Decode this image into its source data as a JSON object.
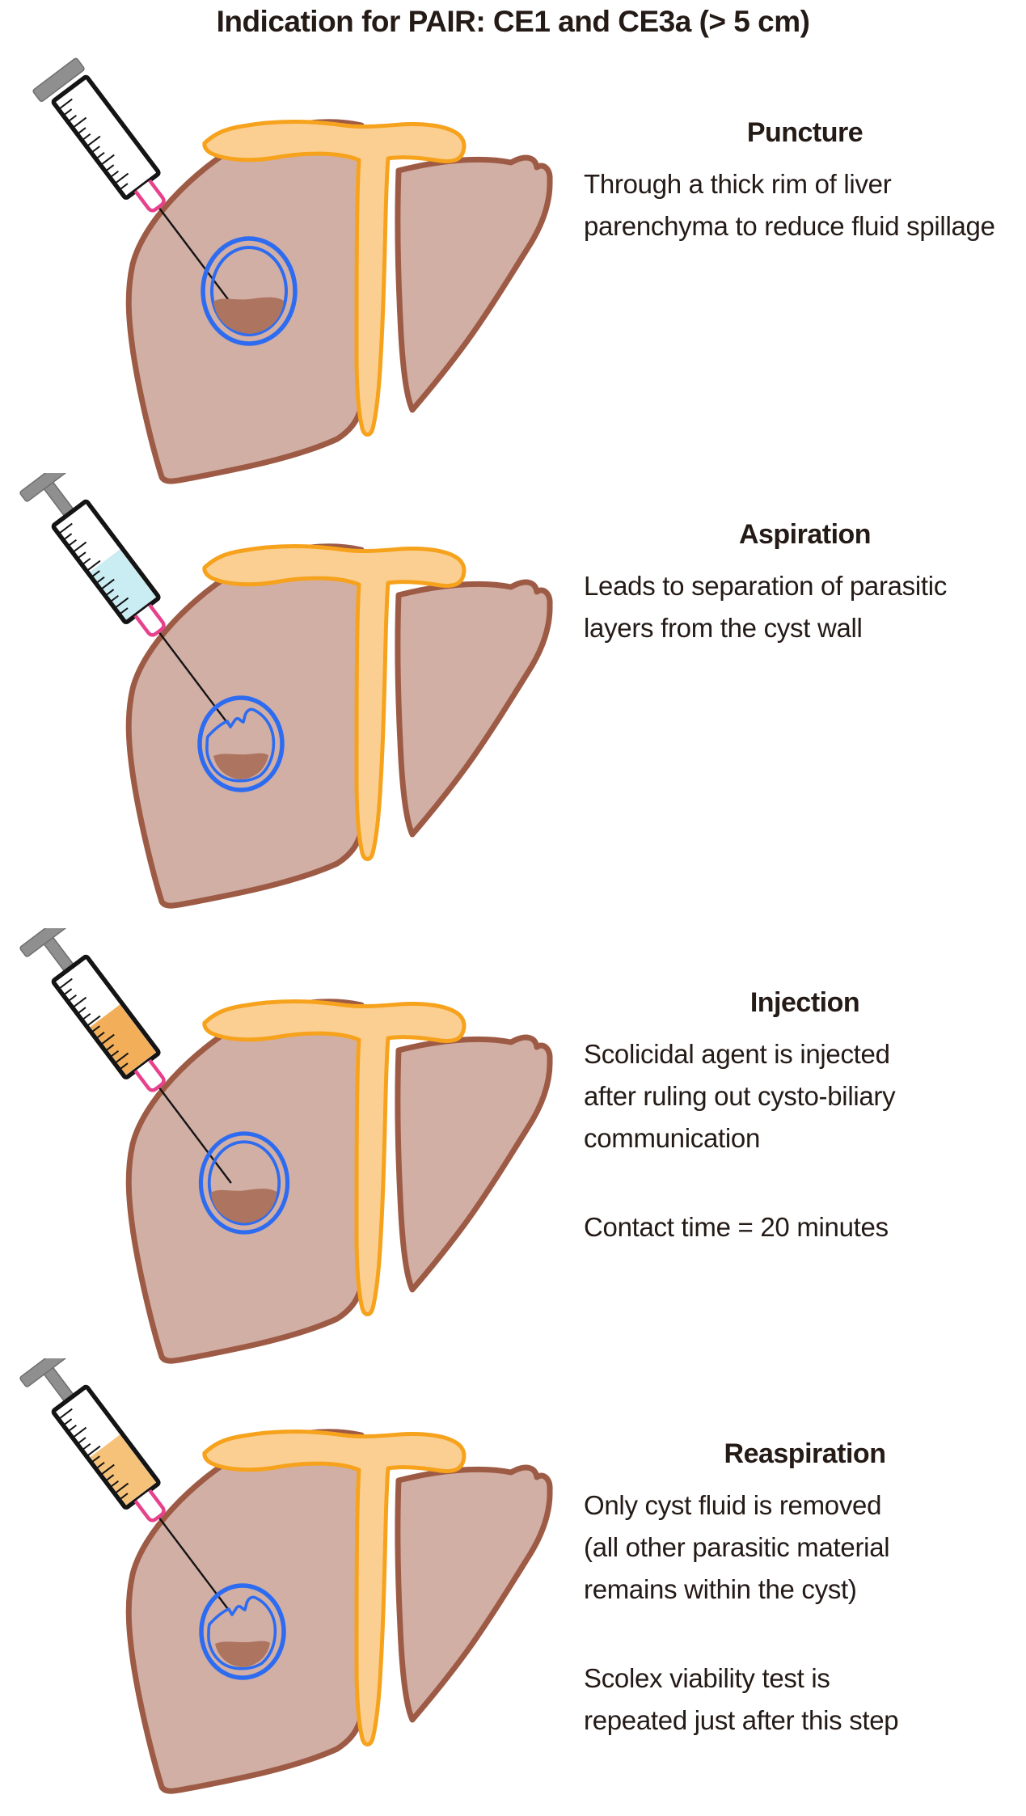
{
  "title": "Indication for PAIR: CE1 and CE3a (> 5 cm)",
  "sections": [
    {
      "heading": "Puncture",
      "paragraphs": [
        "Through a thick rim of liver\nparenchyma to reduce fluid spillage"
      ],
      "art": {
        "plunger": "pushed",
        "fluid_color": null,
        "cyst": "intact"
      }
    },
    {
      "heading": "Aspiration",
      "paragraphs": [
        "Leads to separation of parasitic\nlayers from the cyst wall"
      ],
      "art": {
        "plunger": "pulled",
        "fluid_color": "#c9edf3",
        "cyst": "detached"
      }
    },
    {
      "heading": "Injection",
      "paragraphs": [
        "Scolicidal agent is injected\nafter ruling out cysto-biliary\ncommunication",
        "Contact time = 20 minutes"
      ],
      "art": {
        "plunger": "pulled",
        "fluid_color": "#f2ae58",
        "cyst": "intact"
      }
    },
    {
      "heading": "Reaspiration",
      "paragraphs": [
        "Only cyst fluid is removed\n(all other parasitic material\nremains within the cyst)",
        "Scolex viability test is\nrepeated just after this step"
      ],
      "art": {
        "plunger": "pulled",
        "fluid_color": "#f6c279",
        "cyst": "detached"
      }
    }
  ],
  "colors": {
    "background": "#ffffff",
    "text": "#241a16",
    "liver_fill": "#d2afa5",
    "liver_outline": "#9d5b46",
    "biliary_fill": "#fbcf92",
    "biliary_outline": "#f6a21c",
    "cyst_wall_blue": "#2d6cf1",
    "sediment_brown": "#ad7460",
    "plunger_gray": "#8f8f8f",
    "hub_pink": "#e8418c",
    "aspirate_fluid": "#c9edf3",
    "scolicidal_fluid": "#f2ae58",
    "reaspirate_fluid": "#f6c279"
  }
}
